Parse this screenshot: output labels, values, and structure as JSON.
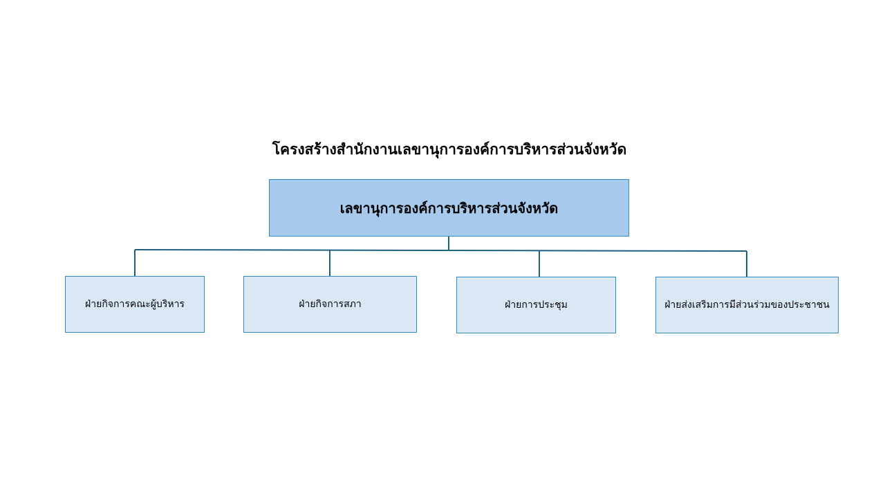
{
  "diagram": {
    "title": "โครงสร้างสำนักงานเลขานุการองค์การบริหารส่วนจังหวัด",
    "root": {
      "label": "เลขานุการองค์การบริหารส่วนจังหวัด"
    },
    "departments": [
      {
        "label": "ฝ่ายกิจการคณะผู้บริหาร"
      },
      {
        "label": "ฝ่ายกิจการสภา"
      },
      {
        "label": "ฝ่ายการประชุม"
      },
      {
        "label": "ฝ่ายส่งเสริมการมีส่วนร่วมของประชาชน"
      }
    ],
    "colors": {
      "root_fill": "#a6c9ec",
      "department_fill": "#dae8f6",
      "box_border": "#2e8bc4",
      "connector": "#1f6080"
    }
  }
}
